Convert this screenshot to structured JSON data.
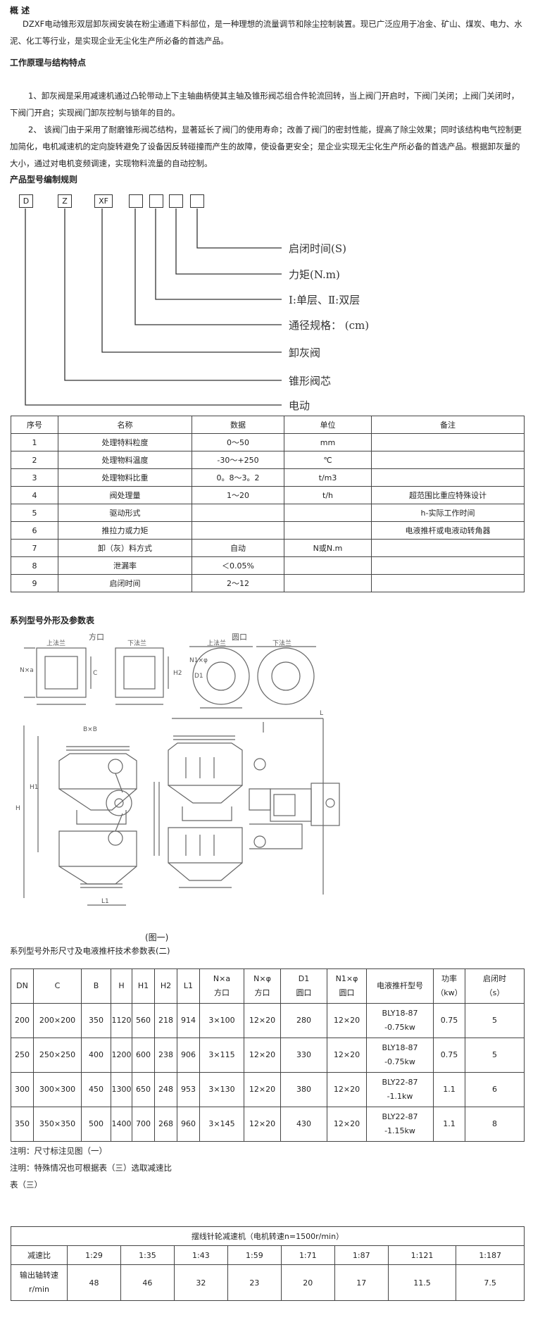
{
  "overview": {
    "heading": "概  述",
    "para": "DZXF电动锥形双层卸灰阀安装在粉尘通道下料部位，是一种理想的流量调节和除尘控制装置。现已广泛应用于冶金、矿山、煤炭、电力、水泥、化工等行业，是实现企业无尘化生产所必备的首选产品。"
  },
  "principle": {
    "heading": "工作原理与结构特点",
    "p1": "1、卸灰阀是采用减速机通过凸轮带动上下主轴曲柄使其主轴及锥形阀芯组合件轮流回转，当上阀门开启时，下阀门关闭；上阀门关闭时，下阀门开启；实现阀门卸灰控制与锁年的目的。",
    "p2": "2、 该阀门由于采用了耐磨锥形阀芯结构，显著延长了阀门的使用寿命；改善了阀门的密封性能，提高了除尘效果；同时该结构电气控制更加简化，电机减速机的定向旋转避免了设备因反转碰撞而产生的故障，使设备更安全；是企业实现无尘化生产所必备的首选产品。根据卸灰量的大小，通过对电机变频调速，实现物料流量的自动控制。"
  },
  "model_code": {
    "heading": "产品型号编制规则",
    "boxes": [
      "D",
      "Z",
      "XF",
      "",
      "",
      "",
      ""
    ],
    "labels": [
      "启闭时间(S)",
      "力矩(N.m)",
      "Ⅰ:单层、Ⅱ:双层",
      "通径规格：  (cm)",
      "卸灰阀",
      "锥形阀芯",
      "电动"
    ]
  },
  "table1": {
    "headers": [
      "序号",
      "名称",
      "数据",
      "单位",
      "备注"
    ],
    "rows": [
      [
        "1",
        "处理特料粒度",
        "0～50",
        "mm",
        ""
      ],
      [
        "2",
        "处理物料温度",
        "-30～+250",
        "℃",
        ""
      ],
      [
        "3",
        "处理物料比重",
        "0。8～3。2",
        "t/m3",
        ""
      ],
      [
        "4",
        "阀处理量",
        "1～20",
        "t/h",
        "超范围比重应特殊设计"
      ],
      [
        "5",
        "驱动形式",
        "",
        "",
        "h-实际工作时间"
      ],
      [
        "6",
        "推拉力或力矩",
        "",
        "",
        "电液推杆或电液动转角器"
      ],
      [
        "7",
        "卸（灰）料方式",
        "自动",
        "N或N.m",
        ""
      ],
      [
        "8",
        "泄漏率",
        "＜0.05%",
        "",
        ""
      ],
      [
        "9",
        "启闭时间",
        "2～12",
        "",
        ""
      ]
    ]
  },
  "series": {
    "heading": "系列型号外形及参数表",
    "fig_caption": "(图一)",
    "fig_labels": [
      "方口",
      "圆口",
      "上法兰",
      "下法兰",
      "上法兰",
      "下法兰",
      "B×B",
      "H",
      "H1",
      "L1",
      "L",
      "D1",
      "N×a",
      "N1×φ",
      "C",
      "H2"
    ],
    "table_title": "系列型号外形尺寸及电液推杆技术参数表(二)"
  },
  "table2": {
    "headers": [
      [
        "DN"
      ],
      [
        "C"
      ],
      [
        "B"
      ],
      [
        "H"
      ],
      [
        "H1"
      ],
      [
        "H2"
      ],
      [
        "L1"
      ],
      [
        "N×a",
        "方口"
      ],
      [
        "N×φ",
        "方口"
      ],
      [
        "D1",
        "圆口"
      ],
      [
        "N1×φ",
        "圆口"
      ],
      [
        "电液推杆型号"
      ],
      [
        "功率",
        "（kw）"
      ],
      [
        "启闭时",
        "（s）"
      ]
    ],
    "rows": [
      [
        "200",
        "200×200",
        "350",
        "1120",
        "560",
        "218",
        "914",
        "3×100",
        "12×20",
        "280",
        "12×20",
        [
          "BLY18-87",
          "-0.75kw"
        ],
        "0.75",
        "5"
      ],
      [
        "250",
        "250×250",
        "400",
        "1200",
        "600",
        "238",
        "906",
        "3×115",
        "12×20",
        "330",
        "12×20",
        [
          "BLY18-87",
          "-0.75kw"
        ],
        "0.75",
        "5"
      ],
      [
        "300",
        "300×300",
        "450",
        "1300",
        "650",
        "248",
        "953",
        "3×130",
        "12×20",
        "380",
        "12×20",
        [
          "BLY22-87",
          "-1.1kw"
        ],
        "1.1",
        "6"
      ],
      [
        "350",
        "350×350",
        "500",
        "1400",
        "700",
        "268",
        "960",
        "3×145",
        "12×20",
        "430",
        "12×20",
        [
          "BLY22-87",
          "-1.15kw"
        ],
        "1.1",
        "8"
      ]
    ]
  },
  "notes": [
    "注明：尺寸标注见图（一）",
    "注明：特殊情况也可根据表（三）选取减速比",
    "表（三）"
  ],
  "table3": {
    "title": "摆线针轮减速机（电机转速n=1500r/min）",
    "row1_label": "减速比",
    "ratios": [
      "1:29",
      "1:35",
      "1:43",
      "1:59",
      "1:71",
      "1:87",
      "1:121",
      "1:187"
    ],
    "row2_label": [
      "输出轴转速",
      "r/min"
    ],
    "speeds": [
      "48",
      "46",
      "32",
      "23",
      "20",
      "17",
      "11.5",
      "7.5"
    ]
  }
}
